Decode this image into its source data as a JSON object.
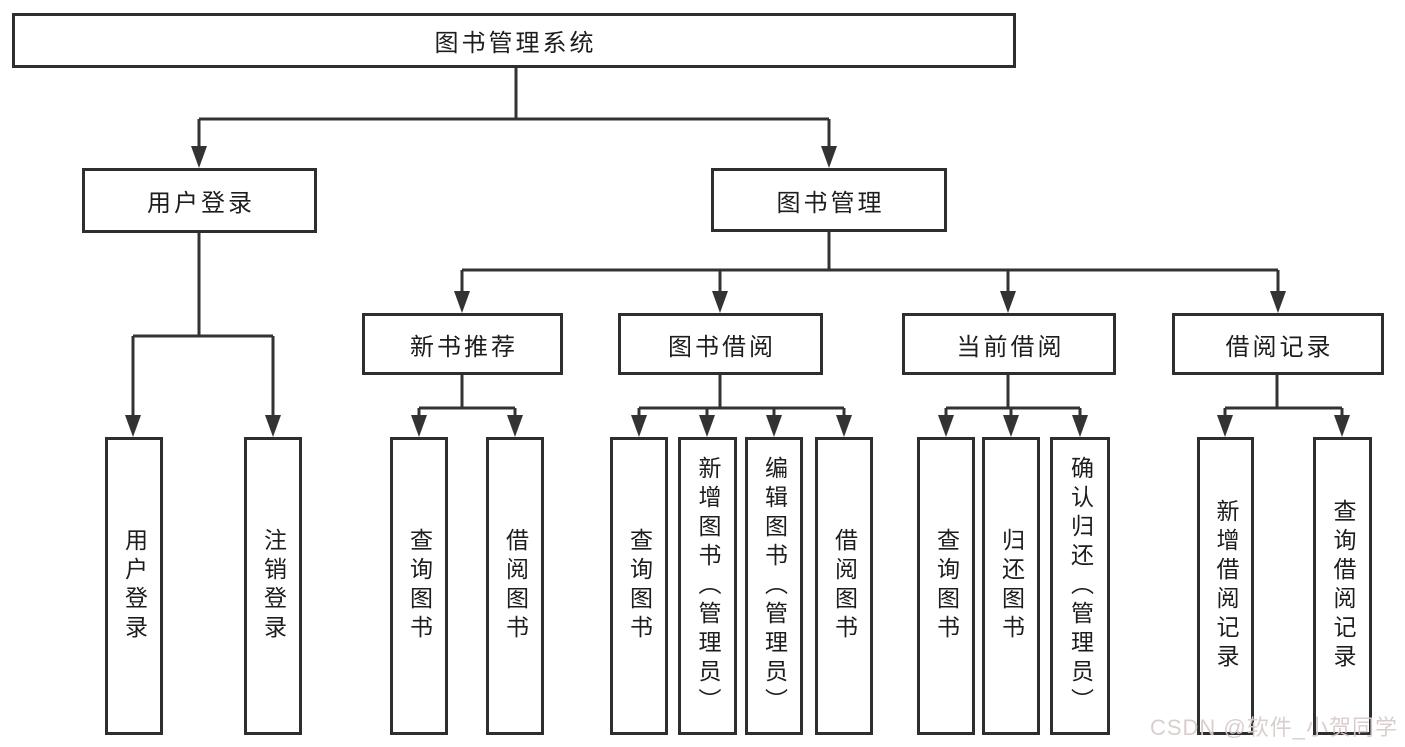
{
  "diagram": {
    "title": "图书管理系统",
    "root": {
      "label": "图书管理系统"
    },
    "branches": [
      {
        "label": "用户登录",
        "children": [
          {
            "label": "用户登录"
          },
          {
            "label": "注销登录"
          }
        ]
      },
      {
        "label": "图书管理",
        "children": [
          {
            "label": "新书推荐",
            "children": [
              {
                "label": "查询图书"
              },
              {
                "label": "借阅图书"
              }
            ]
          },
          {
            "label": "图书借阅",
            "children": [
              {
                "label": "查询图书"
              },
              {
                "label": "新增图书（管理员）"
              },
              {
                "label": "编辑图书（管理员）"
              },
              {
                "label": "借阅图书"
              }
            ]
          },
          {
            "label": "当前借阅",
            "children": [
              {
                "label": "查询图书"
              },
              {
                "label": "归还图书"
              },
              {
                "label": "确认归还（管理员）"
              }
            ]
          },
          {
            "label": "借阅记录",
            "children": [
              {
                "label": "新增借阅记录"
              },
              {
                "label": "查询借阅记录"
              }
            ]
          }
        ]
      }
    ],
    "colors": {
      "line": "#333333",
      "box_border": "#2e2e2e",
      "text": "#1d1d1f",
      "background": "#ffffff",
      "watermark": "#d9cbcb"
    }
  },
  "watermark": {
    "text": "CSDN @软件_小贺同学"
  }
}
